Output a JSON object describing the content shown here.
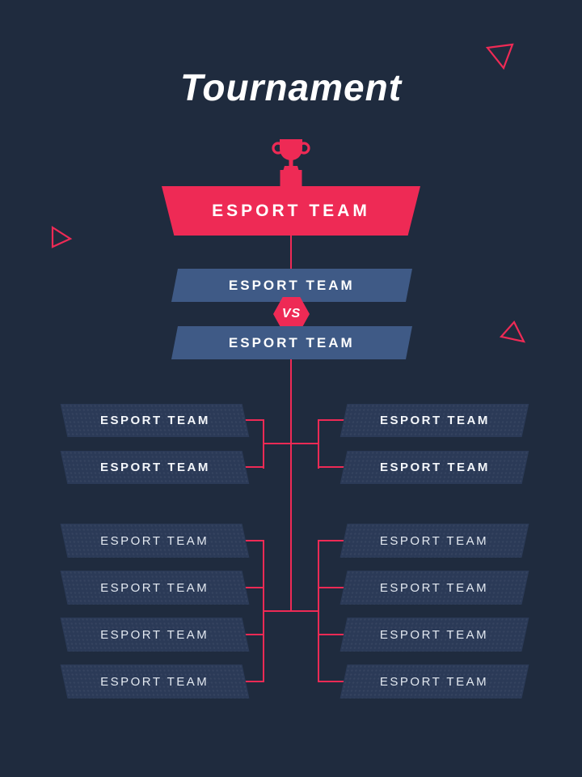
{
  "page": {
    "title": "Tournament"
  },
  "colors": {
    "background": "#1F2B3E",
    "accent": "#EE2A55",
    "finals_blue": "#3F5A86",
    "slot_blue": "#2B3A57",
    "text_white": "#FFFFFF"
  },
  "icons": {
    "trophy": "trophy-icon",
    "triangles": "triangle-outline-decoration"
  },
  "bracket": {
    "champion": {
      "label": "ESPORT TEAM"
    },
    "finals": {
      "vs_label": "VS",
      "teams": [
        "ESPORT TEAM",
        "ESPORT TEAM"
      ]
    },
    "semifinals": {
      "left": [
        "ESPORT TEAM",
        "ESPORT TEAM"
      ],
      "right": [
        "ESPORT TEAM",
        "ESPORT TEAM"
      ]
    },
    "round1": {
      "left": [
        "ESPORT TEAM",
        "ESPORT TEAM",
        "ESPORT TEAM",
        "ESPORT TEAM"
      ],
      "right": [
        "ESPORT TEAM",
        "ESPORT TEAM",
        "ESPORT TEAM",
        "ESPORT TEAM"
      ]
    }
  }
}
